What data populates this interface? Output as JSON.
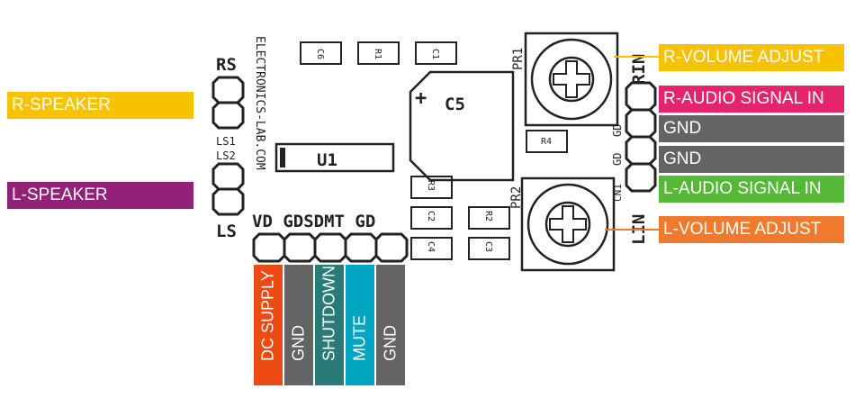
{
  "board": {
    "vertical_text": "ELECTRONICS-LAB.COM",
    "left_header_top": "RS",
    "left_header_bottom": "LS",
    "ls1": "LS1",
    "ls2": "LS2",
    "u1": "U1",
    "c5": "C5",
    "plus": "+",
    "c6": "C6",
    "r1": "R1",
    "c1": "C1",
    "r4": "R4",
    "r3": "R3",
    "c2": "C2",
    "r2": "R2",
    "c4": "C4",
    "c3": "C3",
    "pr1": "PR1",
    "pr2": "PR2",
    "cn1": "CN1",
    "rin": "RIN",
    "lin": "LIN",
    "gd_top": "GD",
    "gd_bottom": "GD",
    "bottom_header": "VD GDSDMT GD"
  },
  "labels": {
    "r_speaker": "R-SPEAKER",
    "l_speaker": "L-SPEAKER",
    "r_volume": "R-VOLUME ADJUST",
    "r_audio": "R-AUDIO SIGNAL IN",
    "gnd_1": "GND",
    "gnd_2": "GND",
    "l_audio": "L-AUDIO SIGNAL IN",
    "l_volume": "L-VOLUME ADJUST",
    "dc_supply": "DC SUPPLY",
    "gnd_3": "GND",
    "shutdown": "SHUTDOWN",
    "mute": "MUTE",
    "gnd_4": "GND"
  },
  "colors": {
    "yellow": "#f7c200",
    "purple": "#93217a",
    "pink": "#e6246c",
    "gray": "#646464",
    "green": "#55b935",
    "orange": "#f07a2e",
    "red": "#ec4a12",
    "teal": "#2a7b78",
    "cyan": "#00a6c1"
  }
}
